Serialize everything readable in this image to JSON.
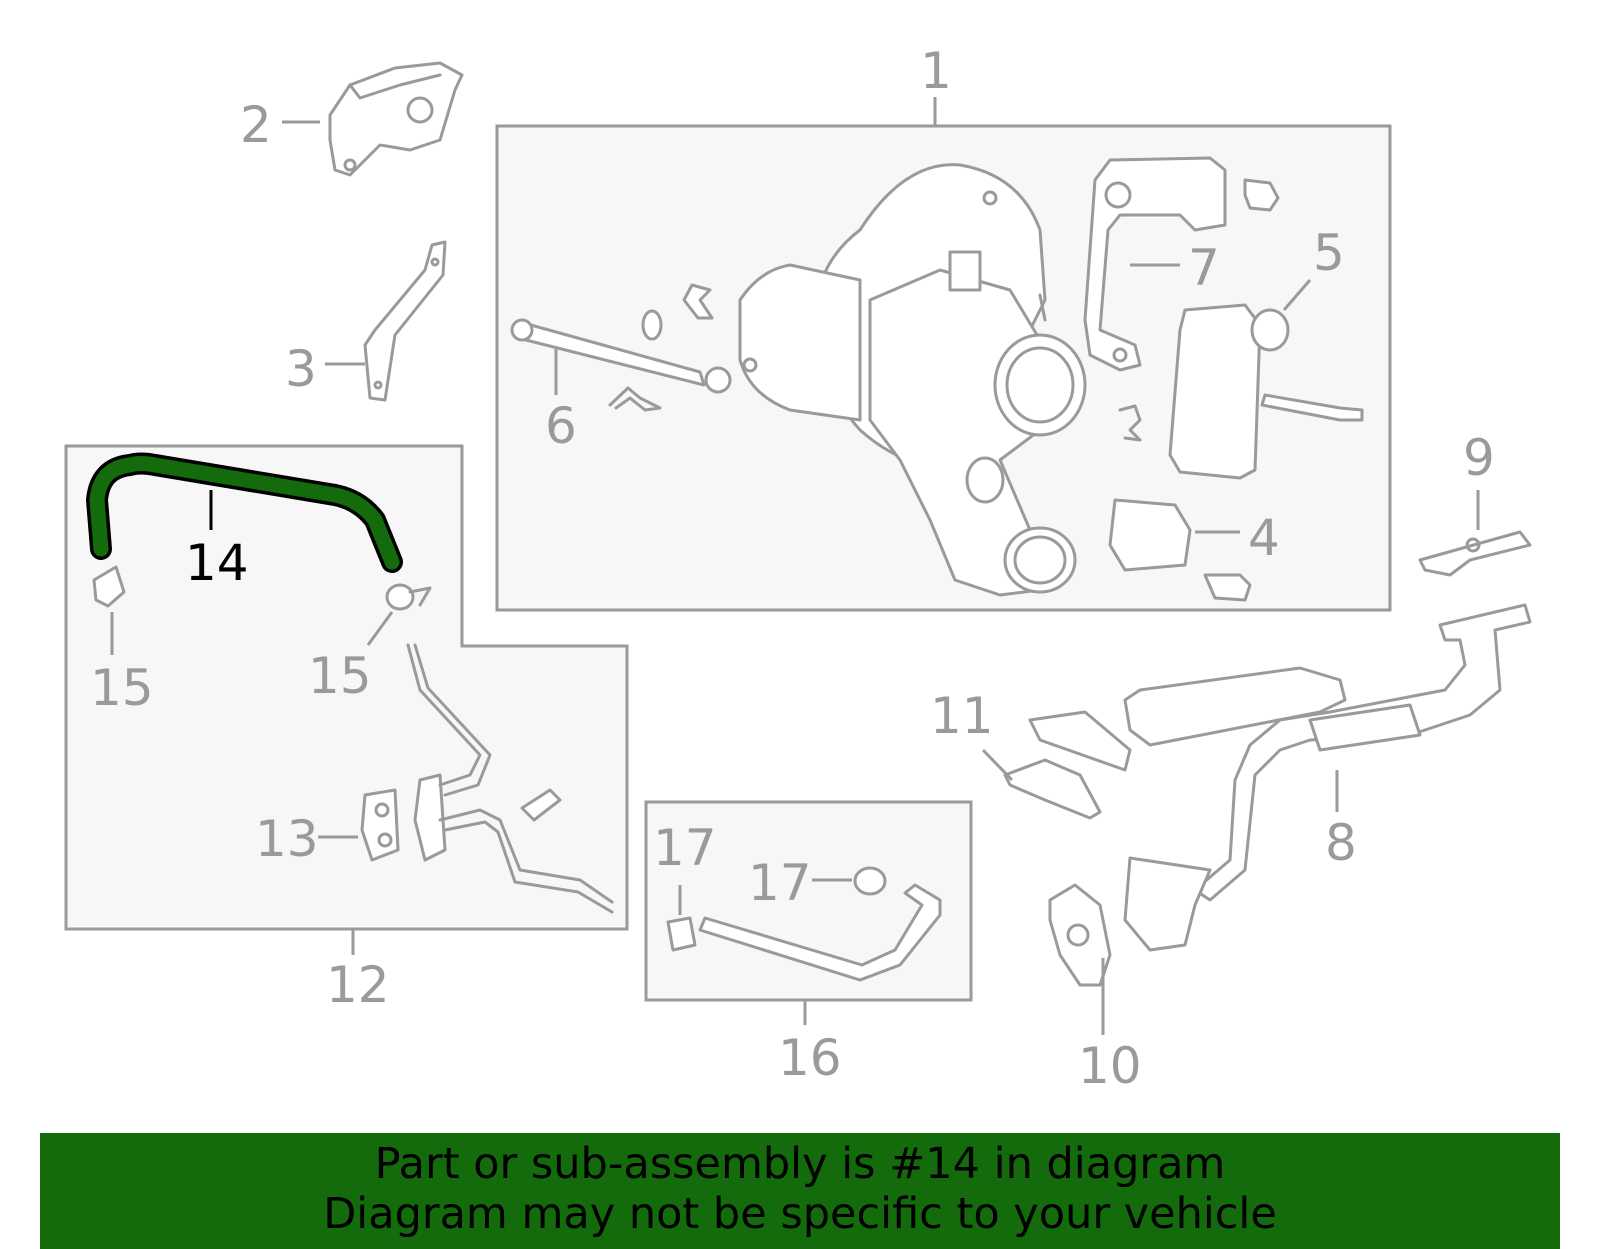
{
  "callouts": {
    "c1": "1",
    "c2": "2",
    "c3": "3",
    "c4": "4",
    "c5": "5",
    "c6": "6",
    "c7": "7",
    "c8": "8",
    "c9": "9",
    "c10": "10",
    "c11": "11",
    "c12": "12",
    "c13": "13",
    "c14": "14",
    "c15a": "15",
    "c15b": "15",
    "c16": "16",
    "c17a": "17",
    "c17b": "17"
  },
  "highlight": {
    "part_number": "14",
    "color": "#136b0b"
  },
  "banner": {
    "line1": "Part or sub-assembly is #14 in diagram",
    "line2": "Diagram may not be specific to your vehicle",
    "background": "#136b0b"
  }
}
